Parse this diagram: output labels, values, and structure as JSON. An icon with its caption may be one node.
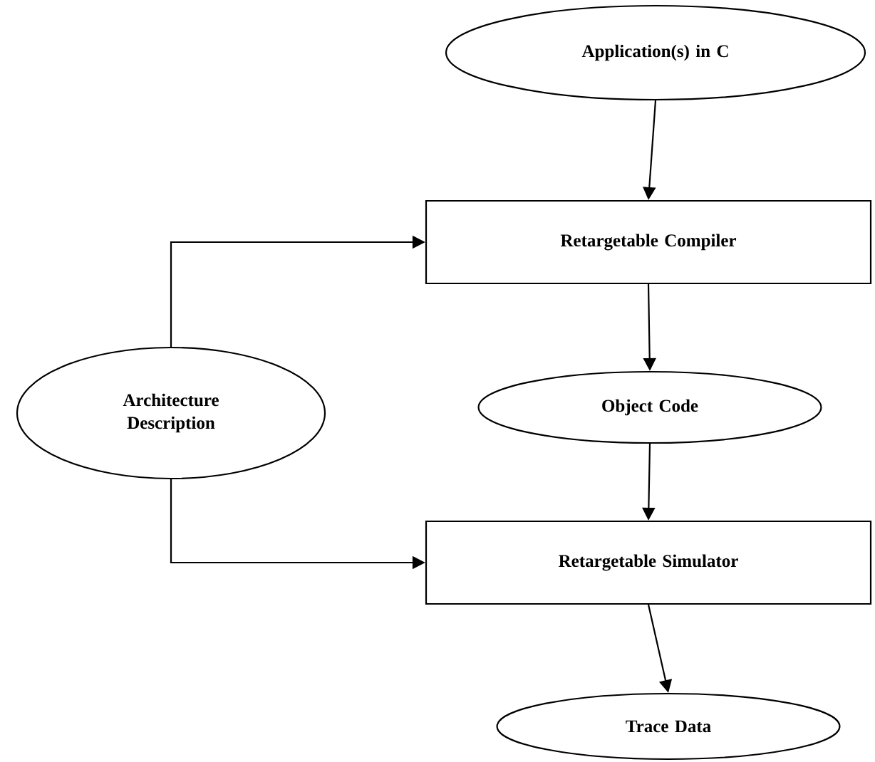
{
  "diagram": {
    "nodes": [
      {
        "text": [
          "Application(s) in C"
        ]
      },
      {
        "text": [
          "Retargetable Compiler"
        ]
      },
      {
        "text": [
          "Architecture Description"
        ]
      },
      {
        "text": [
          "Object Code"
        ]
      },
      {
        "text": [
          "Retargetable Simulator"
        ]
      },
      {
        "text": [
          "Trace Data"
        ]
      }
    ],
    "edges": [
      {
        "from": 0,
        "to": 1,
        "arrow": "to"
      },
      {
        "from": 1,
        "to": 3,
        "arrow": "to"
      },
      {
        "from": 3,
        "to": 4,
        "arrow": "to"
      },
      {
        "from": 4,
        "to": 5,
        "arrow": "to"
      },
      {
        "from": 2,
        "to": 1,
        "arrow": "to"
      },
      {
        "from": 2,
        "to": 4,
        "arrow": "to"
      }
    ]
  }
}
